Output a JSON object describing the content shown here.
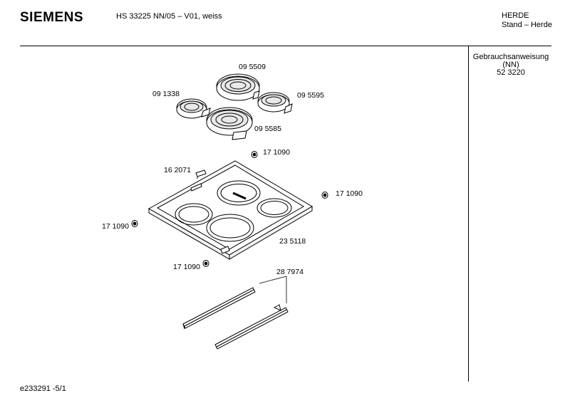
{
  "header": {
    "brand": "SIEMENS",
    "model": "HS 33225 NN/05 – V01, weiss",
    "category": "HERDE",
    "subcategory": "Stand – Herde"
  },
  "side_panel": {
    "doc_title": "Gebrauchsanweisung",
    "doc_lang": "(NN)",
    "doc_number": "52 3220"
  },
  "parts": {
    "hotplate_back_right_large": "09 5509",
    "hotplate_back_left": "09 1338",
    "hotplate_right_small": "09 5595",
    "hotplate_front_center": "09 5585",
    "screw_top": "17 1090",
    "cover_plate": "16 2071",
    "screw_right": "17 1090",
    "screw_left": "17 1090",
    "hob_frame": "23 5118",
    "screw_bottom": "17 1090",
    "rails": "28 7974"
  },
  "footer": {
    "drawing_id": "e233291 -5/1"
  }
}
